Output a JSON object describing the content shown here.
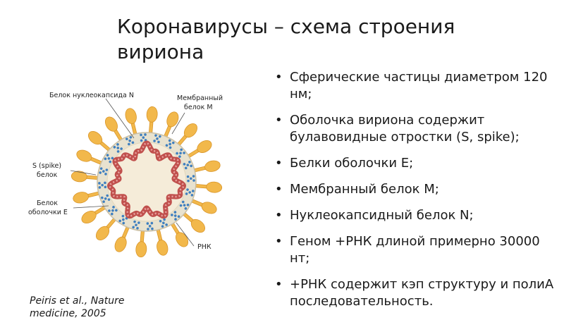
{
  "slide": {
    "title": "Коронавирусы – схема строения вириона",
    "bullets": [
      "Сферические частицы диаметром 120 нм;",
      "Оболочка вириона содержит булавовидные отростки  (S, spike);",
      "Белки оболочки E;",
      "Мембранный белок M;",
      "Нуклеокапсидный белок N;",
      "Геном +РНК длиной примерно 30000 нт;",
      "+РНК содержит кэп структуру и полиA последовательность."
    ],
    "citation": "Peiris et al., Nature medicine, 2005"
  },
  "diagram": {
    "labels": {
      "nucleocapsid": "Белок нуклеокапсида N",
      "membrane_line1": "Мембранный",
      "membrane_line2": "белок M",
      "spike_line1": "S (spike)",
      "spike_line2": "белок",
      "envelope_line1": "Белок",
      "envelope_line2": "оболочки E",
      "rna": "РНК"
    },
    "colors": {
      "spike": "#f2b84b",
      "spike_stroke": "#d9962a",
      "envelope": "#e8e2cf",
      "envelope_stroke": "#c9bea3",
      "interior": "#f5ecd9",
      "rna": "#c0504d",
      "rna_light": "#e9a3a0",
      "m_protein": "#3f7fbf"
    },
    "icons": [
      "virion-icon"
    ]
  }
}
